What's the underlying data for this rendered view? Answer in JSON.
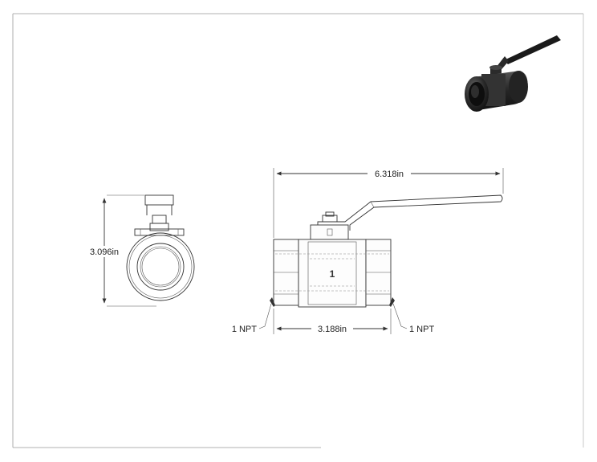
{
  "dimensions": {
    "overall_length": "6.318in",
    "body_length": "3.188in",
    "height": "3.096in",
    "left_thread": "1 NPT",
    "right_thread": "1 NPT"
  },
  "balloon": {
    "part_number": "1"
  },
  "colors": {
    "line": "#333333",
    "frame": "#999999",
    "render_dark": "#1e1e1e"
  }
}
